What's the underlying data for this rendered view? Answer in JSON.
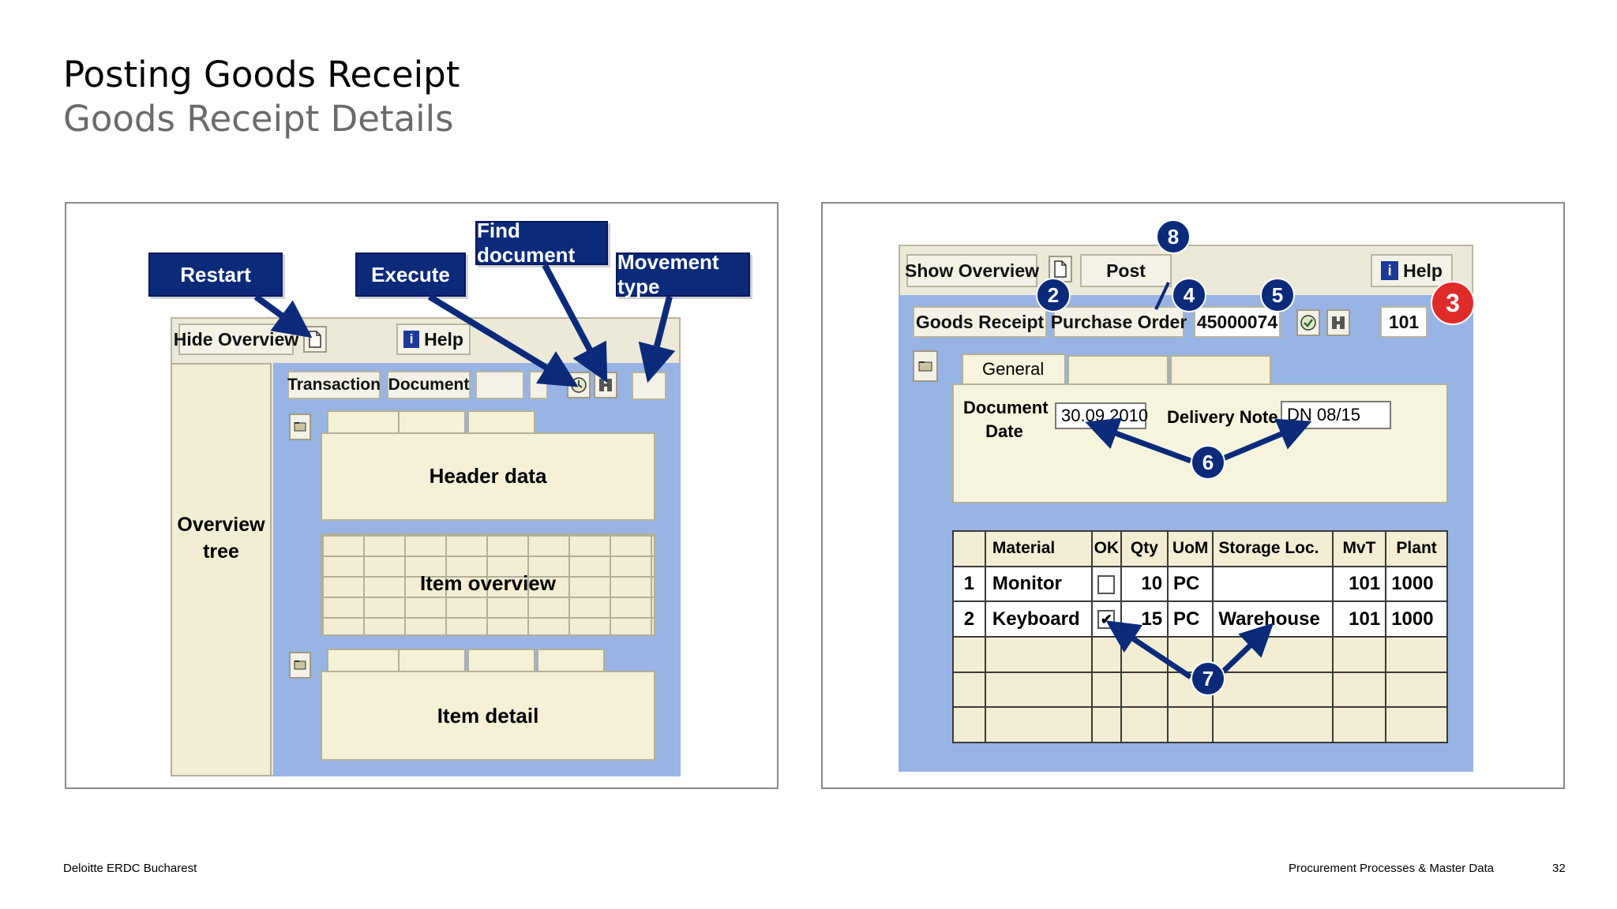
{
  "slide": {
    "title": "Posting Goods Receipt",
    "subtitle": "Goods Receipt Details",
    "footer_left": "Deloitte ERDC Bucharest",
    "footer_right": "Procurement Processes & Master Data",
    "page_number": "32"
  },
  "left_diagram": {
    "callouts": {
      "restart": "Restart",
      "execute": "Execute",
      "find_document": "Find document",
      "movement_type": "Movement type"
    },
    "toolbar": {
      "hide_overview": "Hide Overview",
      "help": "Help"
    },
    "fields": {
      "transaction": "Transaction",
      "document": "Document"
    },
    "overview_tree": "Overview tree",
    "header_data": "Header data",
    "item_overview": "Item overview",
    "item_detail": "Item detail"
  },
  "right_diagram": {
    "toolbar": {
      "show_overview": "Show Overview",
      "post": "Post",
      "help": "Help"
    },
    "selection": {
      "goods_receipt": "Goods Receipt",
      "purchase_order": "Purchase Order",
      "po_number": "45000074",
      "movement_type": "101"
    },
    "tab_general": "General",
    "document_date_label": "Document Date",
    "document_date_value": "30.09.2010",
    "delivery_note_label": "Delivery Note",
    "delivery_note_value": "DN 08/15",
    "steps": [
      "2",
      "3",
      "4",
      "5",
      "6",
      "7",
      "8"
    ],
    "table": {
      "columns": [
        "",
        "Material",
        "OK",
        "Qty",
        "UoM",
        "Storage Loc.",
        "MvT",
        "Plant"
      ],
      "rows": [
        {
          "no": "1",
          "material": "Monitor",
          "ok": false,
          "qty": "10",
          "uom": "PC",
          "storage": "",
          "mvt": "101",
          "plant": "1000"
        },
        {
          "no": "2",
          "material": "Keyboard",
          "ok": true,
          "qty": "15",
          "uom": "PC",
          "storage": "Warehouse",
          "mvt": "101",
          "plant": "1000"
        }
      ]
    }
  },
  "colors": {
    "callout_navy": "#0b2a7a",
    "sap_blue": "#98b4e4",
    "sap_cream": "#f4f1d6",
    "step_red": "#e02b2b"
  }
}
